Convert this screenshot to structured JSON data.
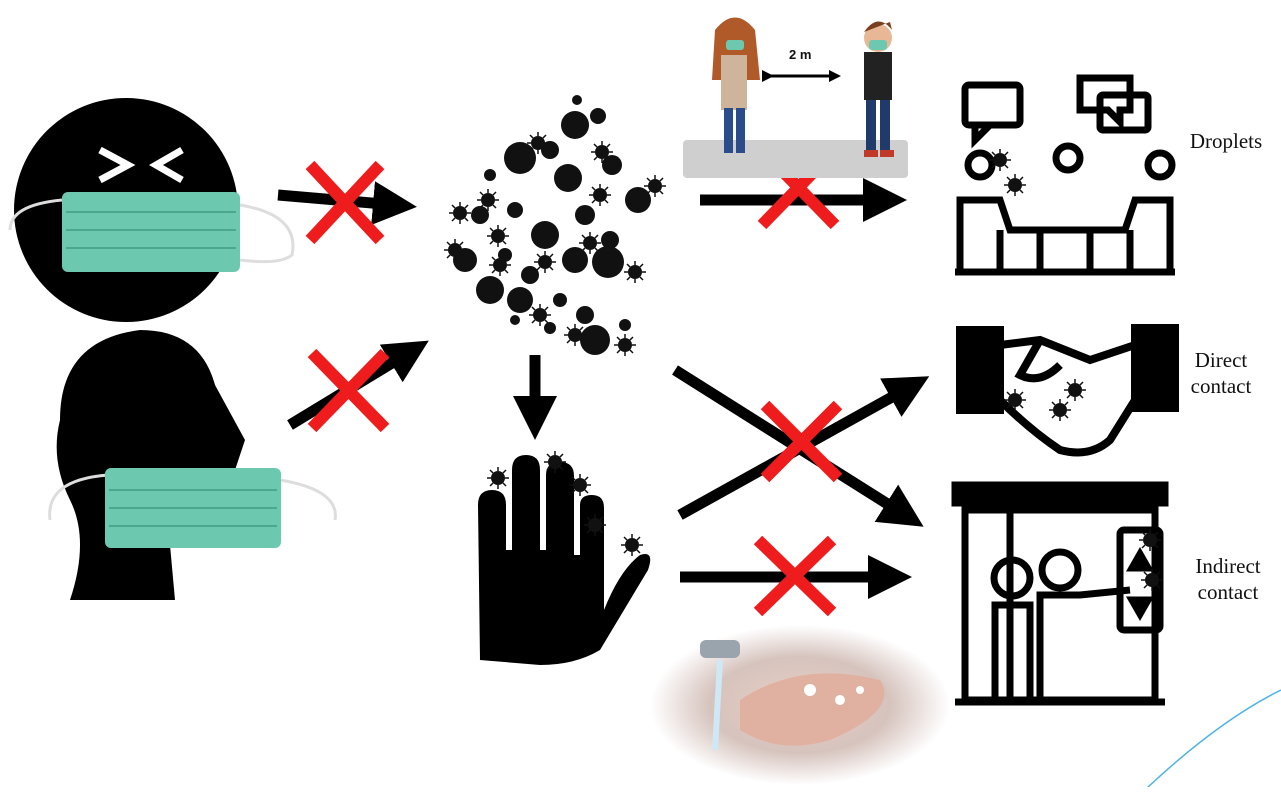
{
  "labels": {
    "droplets": "Droplets",
    "direct_line1": "Direct",
    "direct_line2": "contact",
    "indirect_line1": "Indirect",
    "indirect_line2": "contact",
    "distance": "2 m"
  },
  "colors": {
    "mask": "#6cc9b0",
    "mask_pleat": "#4aa88f",
    "icon": "#000000",
    "cross": "#ee1c1c",
    "floor": "#cfcfcf",
    "accent_line": "#4fb3e6"
  },
  "icons": [
    "sneezing-face-icon",
    "coughing-head-icon",
    "virus-cloud-icon",
    "hand-icon",
    "meeting-icon",
    "handshake-icon",
    "elevator-icon",
    "handwashing-image",
    "social-distance-people"
  ]
}
